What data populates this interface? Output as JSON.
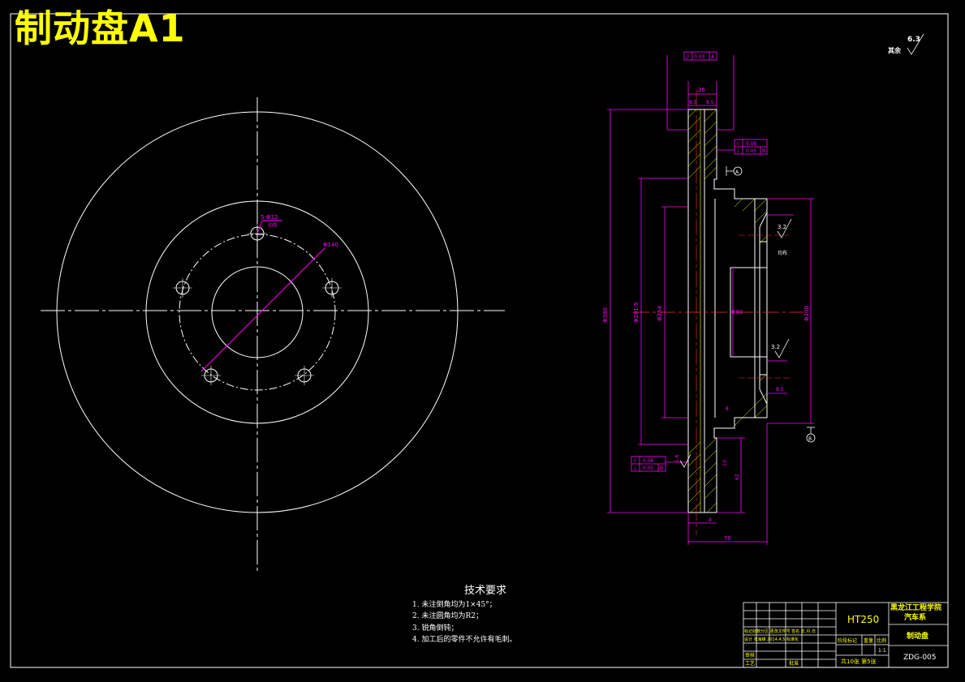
{
  "drawing": {
    "title": "制动盘A1",
    "surface_finish_other": {
      "value": "6.3",
      "label": "其余"
    }
  },
  "front_view": {
    "hole_note": "5-Φ12",
    "hole_note_sub": "均布",
    "pcd_label": "Φ140"
  },
  "section_view": {
    "total_thickness": "26",
    "pad_left": "8.5",
    "pad_right": "8.5",
    "dia_outer": "Φ380",
    "dia_2": "Φ281.5",
    "dia_3": "Φ254",
    "dia_hub": "Φ200",
    "dia_bore": "Φ80",
    "hub_height": "70",
    "dim_4": "4",
    "dim_8_5": "8.5",
    "dim_62": "62",
    "dim_16": "1.6",
    "dim_13": "13",
    "dim_8": "8",
    "rough_32a": "3.2",
    "rough_32b": "3.2",
    "chamfer_note": "均布",
    "datum_a": "A",
    "datum_b": "B",
    "fcf_top": {
      "symbol": "//",
      "value": "0.03",
      "datum": "A"
    },
    "fcf_right": [
      {
        "symbol": "⌭",
        "value": "0.06",
        "datum": ""
      },
      {
        "symbol": "⊥",
        "value": "0.05",
        "datum": "B"
      }
    ],
    "fcf_left": [
      {
        "symbol": "⌭",
        "value": "0.06",
        "datum": ""
      },
      {
        "symbol": "⊥",
        "value": "0.05",
        "datum": "B"
      }
    ]
  },
  "tech_requirements": {
    "heading": "技术要求",
    "items": [
      "1. 未注倒角均为1×45°；",
      "2. 未注圆角均为R2；",
      "3. 锐角倒钝；",
      "4. 加工后的零件不允许有毛刺。"
    ]
  },
  "title_block": {
    "material": "HT250",
    "school": "黑龙江工程学院",
    "dept": "汽车系",
    "part_name": "制动盘",
    "drawing_no": "ZDG-005",
    "scale": "1:1",
    "sheet_info": "共10张  第5张",
    "col_stage": "阶段标记",
    "col_weight": "重量",
    "col_scale": "比例",
    "rev_row": "标记处数分区  更改文件号 签名 年.月.日",
    "design_row": "设计 张海峰 2014.4.5 标准化",
    "check_label": "审核",
    "process_label": "工艺",
    "approve_label": "批准"
  }
}
